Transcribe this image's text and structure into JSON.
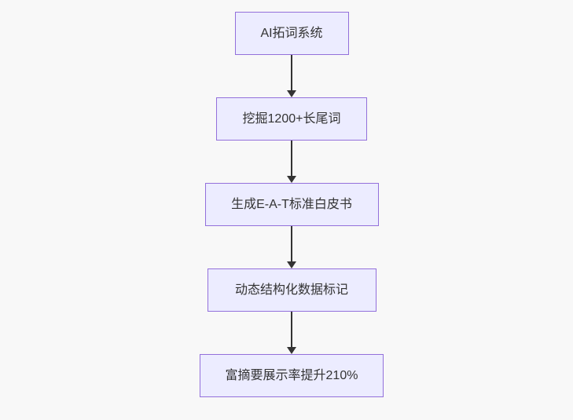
{
  "flowchart": {
    "type": "flowchart",
    "direction": "top-down",
    "nodes": [
      {
        "label": "AI拓词系统"
      },
      {
        "label": "挖掘1200+长尾词"
      },
      {
        "label": "生成E-A-T标准白皮书"
      },
      {
        "label": "动态结构化数据标记"
      },
      {
        "label": "富摘要展示率提升210%"
      }
    ],
    "edges": [
      {
        "from": 0,
        "to": 1
      },
      {
        "from": 1,
        "to": 2
      },
      {
        "from": 2,
        "to": 3
      },
      {
        "from": 3,
        "to": 4
      }
    ],
    "colors": {
      "background": "#f8f8f8",
      "node_fill": "#ECECFF",
      "node_border": "#9370DB",
      "text": "#333333",
      "arrow": "#333333"
    }
  }
}
